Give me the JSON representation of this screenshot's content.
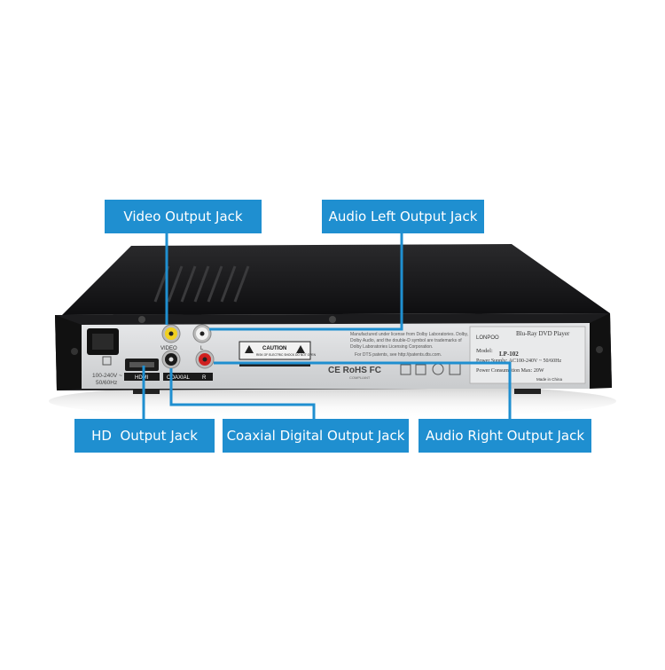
{
  "callouts": {
    "video": "Video Output Jack",
    "audio_left": "Audio Left Output Jack",
    "hd": "HD  Output Jack",
    "coaxial": "Coaxial Digital Output Jack",
    "audio_right": "Audio Right Output Jack"
  },
  "panel": {
    "power_rating": "100-240V ~",
    "power_freq": "50/60Hz",
    "port_labels": {
      "hdmi": "HDMI",
      "coaxial": "COAXIAL",
      "video": "VIDEO",
      "left": "L",
      "right": "R"
    },
    "caution_title": "CAUTION",
    "caution_sub": "RISK OF ELECTRIC SHOCK DO NOT OPEN",
    "dolby_line1": "Manufactured under license from Dolby Laboratories. Dolby,",
    "dolby_line2": "Dolby Audio, and the double-D symbol are trademarks of",
    "dolby_line3": "Dolby Laboratories Licensing Corporation.",
    "dts_line": "For DTS patents, see http://patents.dts.com.",
    "compliance": "CE  RoHS  FC",
    "rohs_sub": "COMPLIANT"
  },
  "label_plate": {
    "brand": "LONPOO",
    "product": "Blu-Ray DVD Player",
    "model_label": "Model:",
    "model": "LP-102",
    "power_supply": "Power Supply: AC100-240V ~ 50/60Hz",
    "power_consumption": "Power Consumption Max: 20W",
    "made_in": "Made in China"
  },
  "colors": {
    "callout_blue": "#1f8fd0",
    "chassis_black": "#1c1c1e",
    "panel_silver": "#d4d6d8",
    "jack_yellow": "#f0d020",
    "jack_red": "#d02020",
    "jack_white": "#f2f2f2"
  }
}
